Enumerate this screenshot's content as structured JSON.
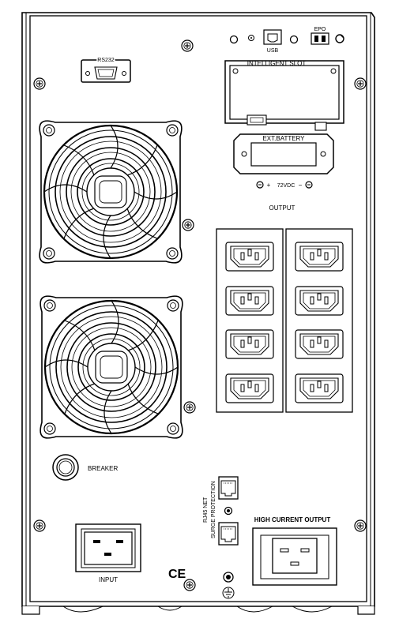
{
  "labels": {
    "usb": "USB",
    "epo": "EPO",
    "rs232": "RS232",
    "intelligent_slot": "INTELLIGENT SLOT",
    "ext_battery": "EXT.BATTERY",
    "battery_voltage": "72VDC",
    "output": "OUTPUT",
    "breaker": "BREAKER",
    "rj45_net": "RJ45 NET",
    "surge_protection": "SURGE PROTECTION",
    "high_current_output": "HIGH CURRENT OUTPUT",
    "input": "INPUT",
    "ce_mark": "CE"
  },
  "outlets": {
    "columns": 2,
    "rows": 4
  },
  "icons": [
    "screw-icon",
    "fan-guard-icon",
    "iec-socket-icon",
    "ground-symbol-icon",
    "usb-port-icon",
    "epo-connector-icon",
    "rj45-jack-icon",
    "breaker-button-icon"
  ]
}
